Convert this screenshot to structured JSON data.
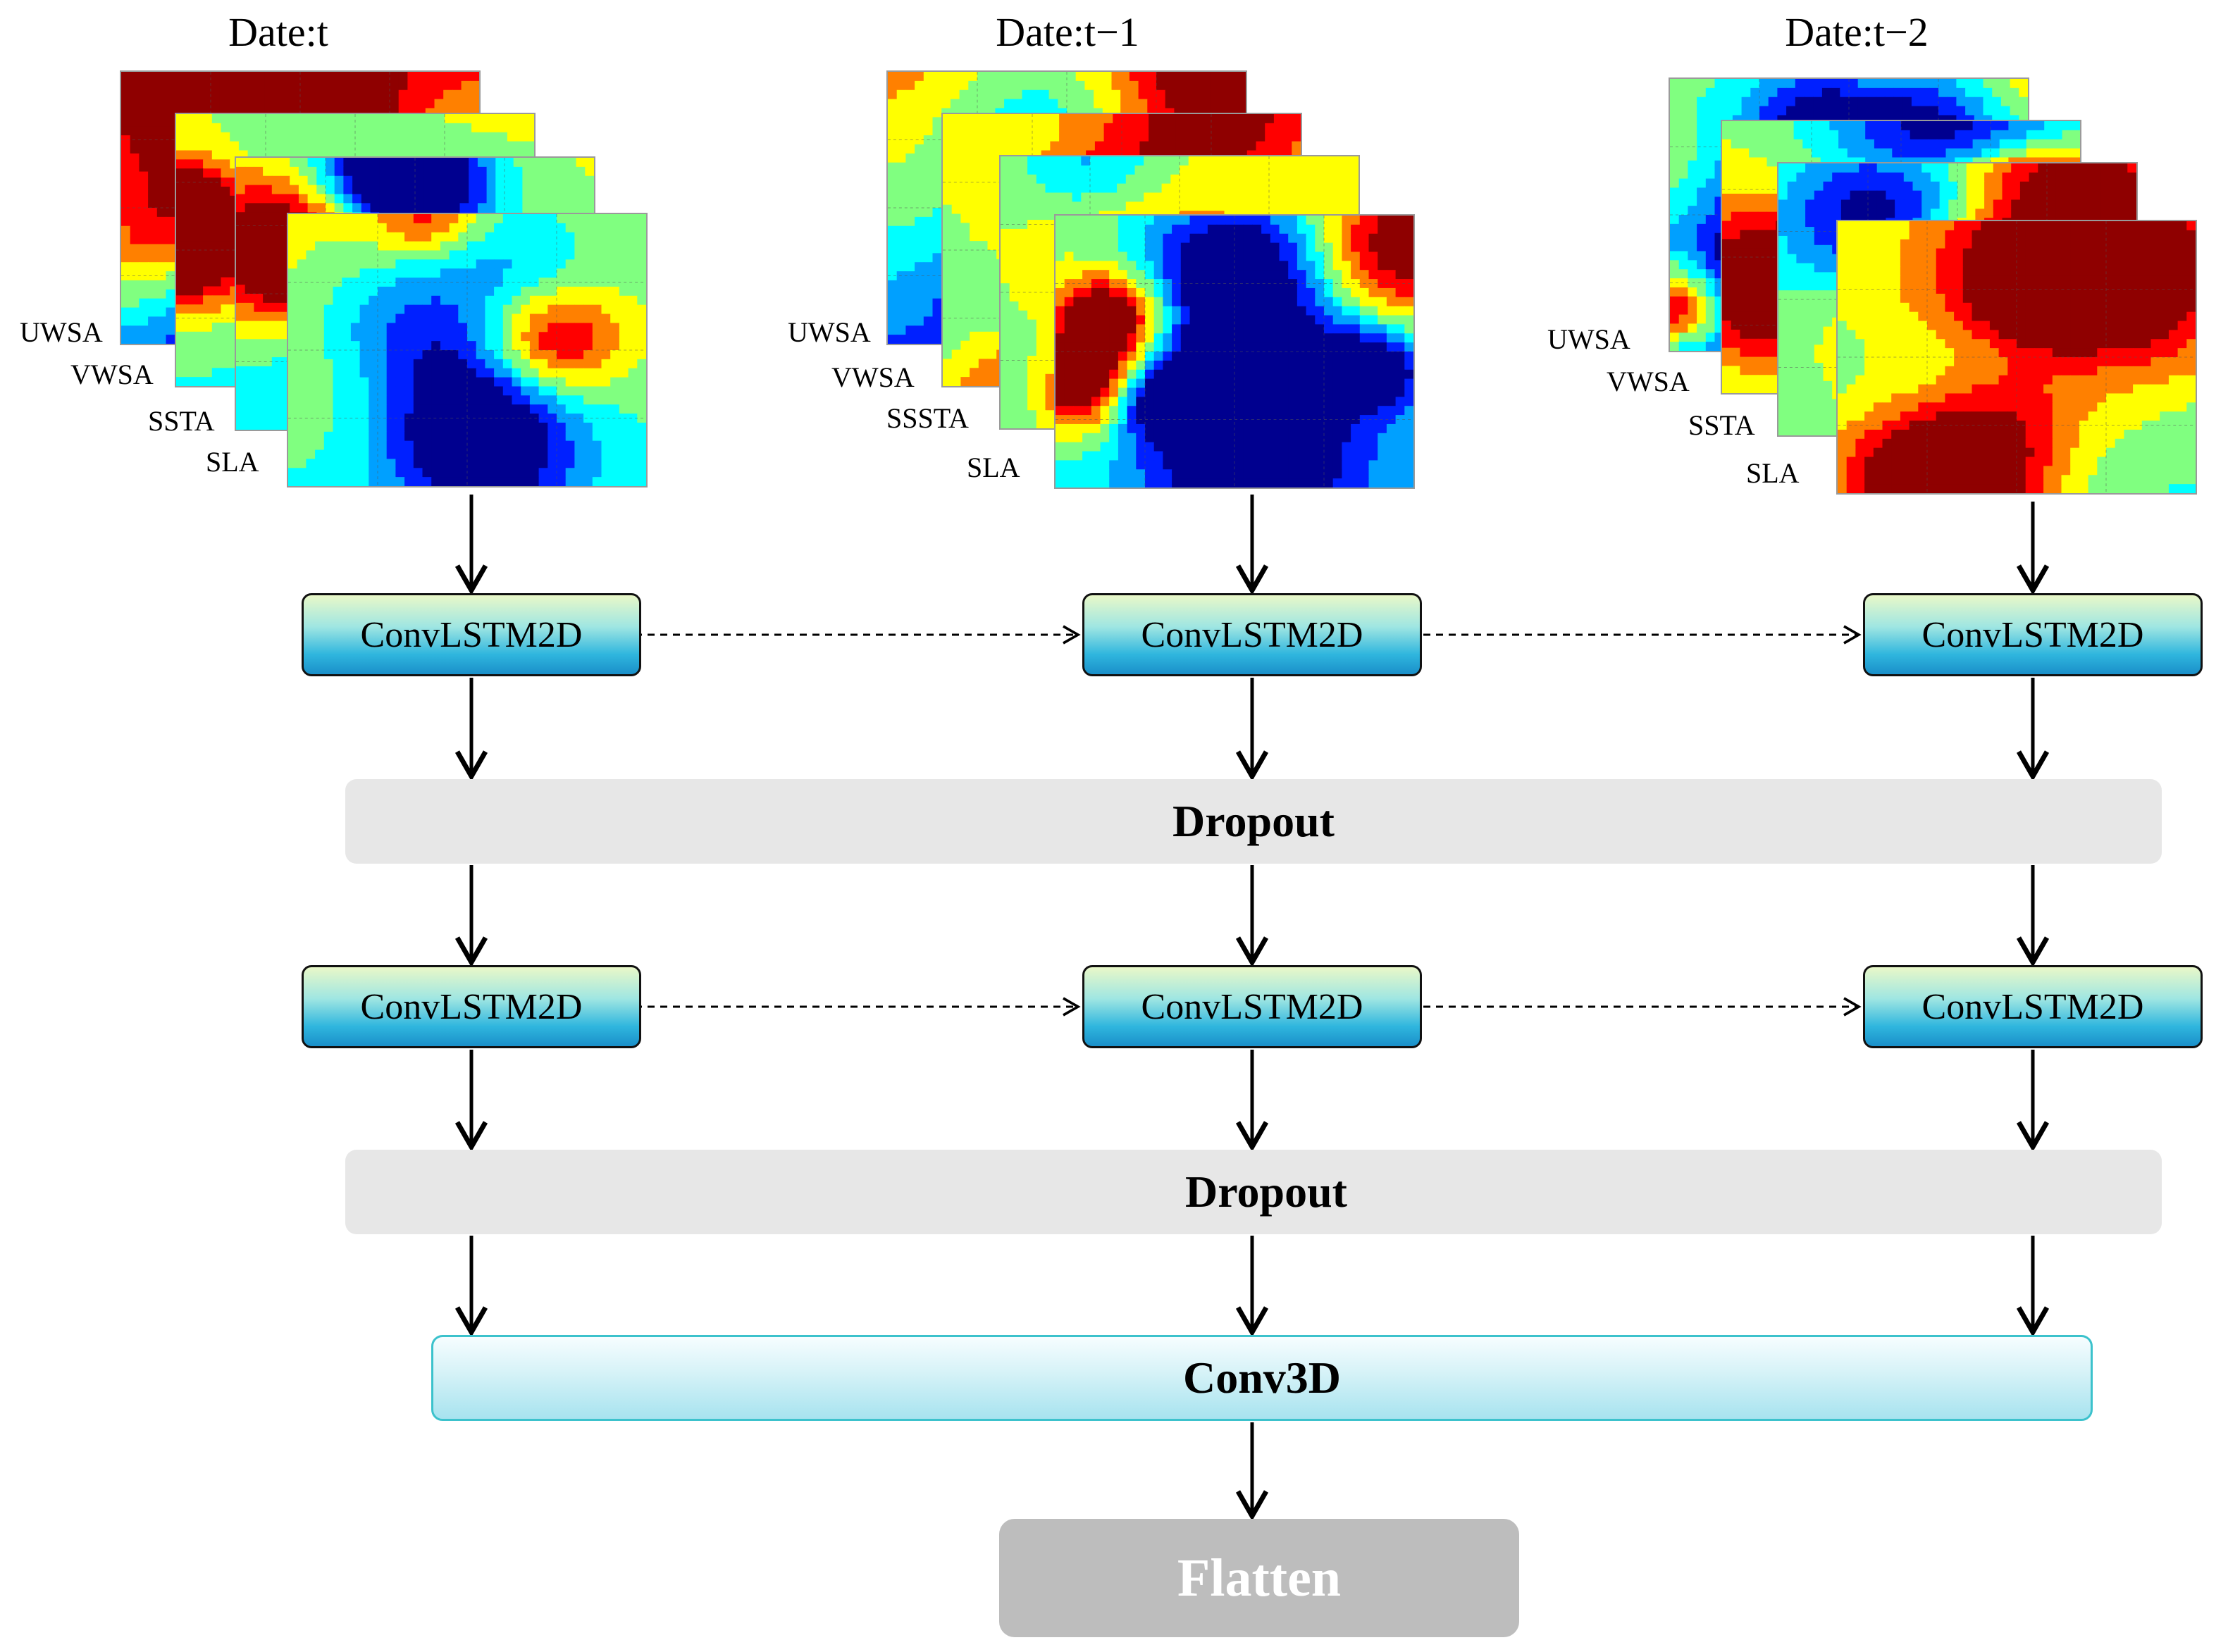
{
  "columns": [
    {
      "date_label": "Date:t",
      "layers": [
        "UWSA",
        "VWSA",
        "SSTA",
        "SLA"
      ]
    },
    {
      "date_label": "Date:t−1",
      "layers": [
        "UWSA",
        "VWSA",
        "SSSTA",
        "SLA"
      ]
    },
    {
      "date_label": "Date:t−2",
      "layers": [
        "UWSA",
        "VWSA",
        "SSTA",
        "SLA"
      ]
    }
  ],
  "conv_rows": [
    [
      "ConvLSTM2D",
      "ConvLSTM2D",
      "ConvLSTM2D"
    ],
    [
      "ConvLSTM2D",
      "ConvLSTM2D",
      "ConvLSTM2D"
    ]
  ],
  "dropout_1": "Dropout",
  "dropout_2": "Dropout",
  "conv3d": "Conv3D",
  "flatten": "Flatten",
  "colors": {
    "map_palette": [
      "#00008f",
      "#0020ff",
      "#00a0ff",
      "#00ffff",
      "#80ff80",
      "#ffff00",
      "#ff8000",
      "#ff0000",
      "#8f0000"
    ],
    "dropout_fill": "#e7e7e7",
    "conv3d_border": "#3cc2cc",
    "flatten_fill": "#bdbdbd"
  }
}
